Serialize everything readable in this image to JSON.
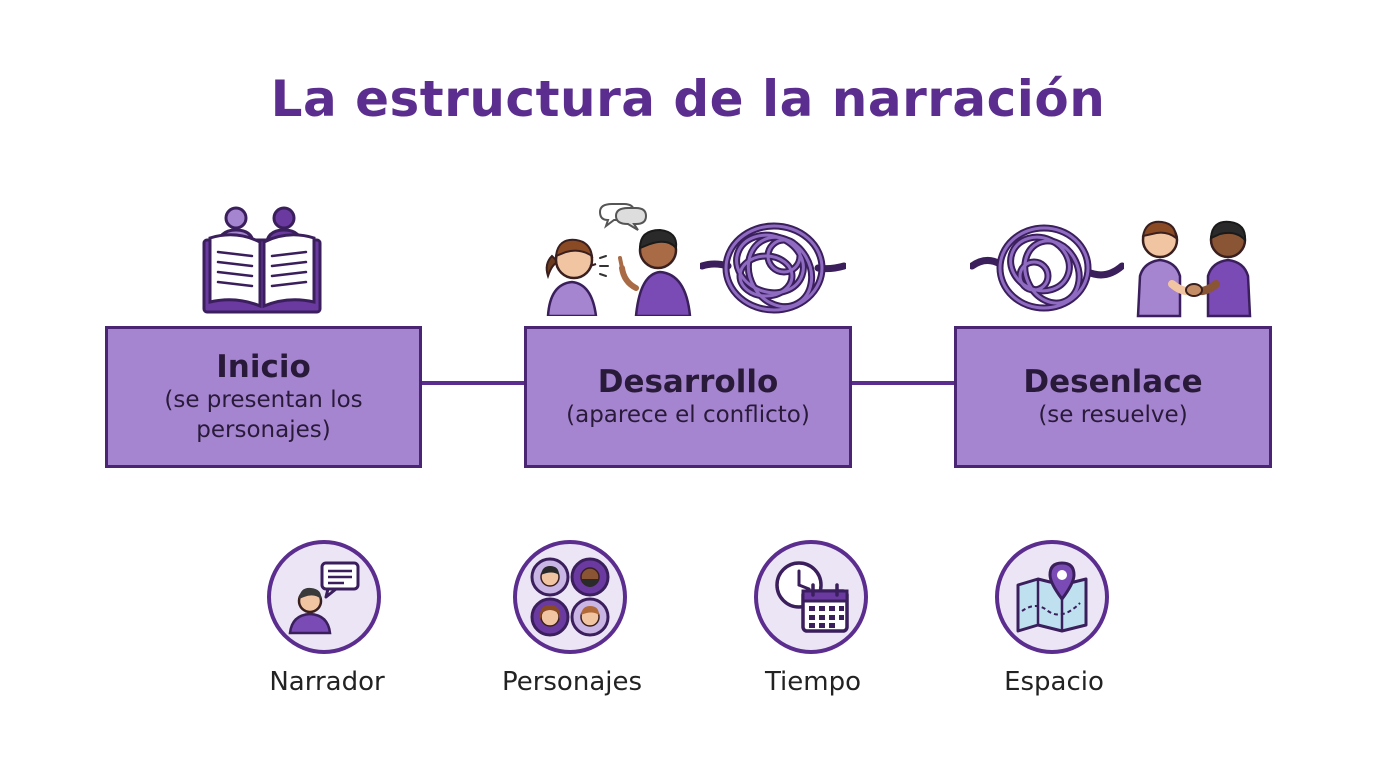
{
  "title": "La estructura de la narración",
  "stages": [
    {
      "title": "Inicio",
      "subtitle_line1": "(se presentan los",
      "subtitle_line2": "personajes)"
    },
    {
      "title": "Desarrollo",
      "subtitle_line1": "(aparece el conflicto)"
    },
    {
      "title": "Desenlace",
      "subtitle_line1": "(se resuelve)"
    }
  ],
  "elements": [
    {
      "label": "Narrador",
      "icon": "narrator-icon"
    },
    {
      "label": "Personajes",
      "icon": "characters-icon"
    },
    {
      "label": "Tiempo",
      "icon": "time-icon"
    },
    {
      "label": "Espacio",
      "icon": "space-icon"
    }
  ],
  "colors": {
    "primary": "#5b2d8e",
    "box_fill": "#a585d0",
    "circle_fill": "#ece5f6"
  }
}
